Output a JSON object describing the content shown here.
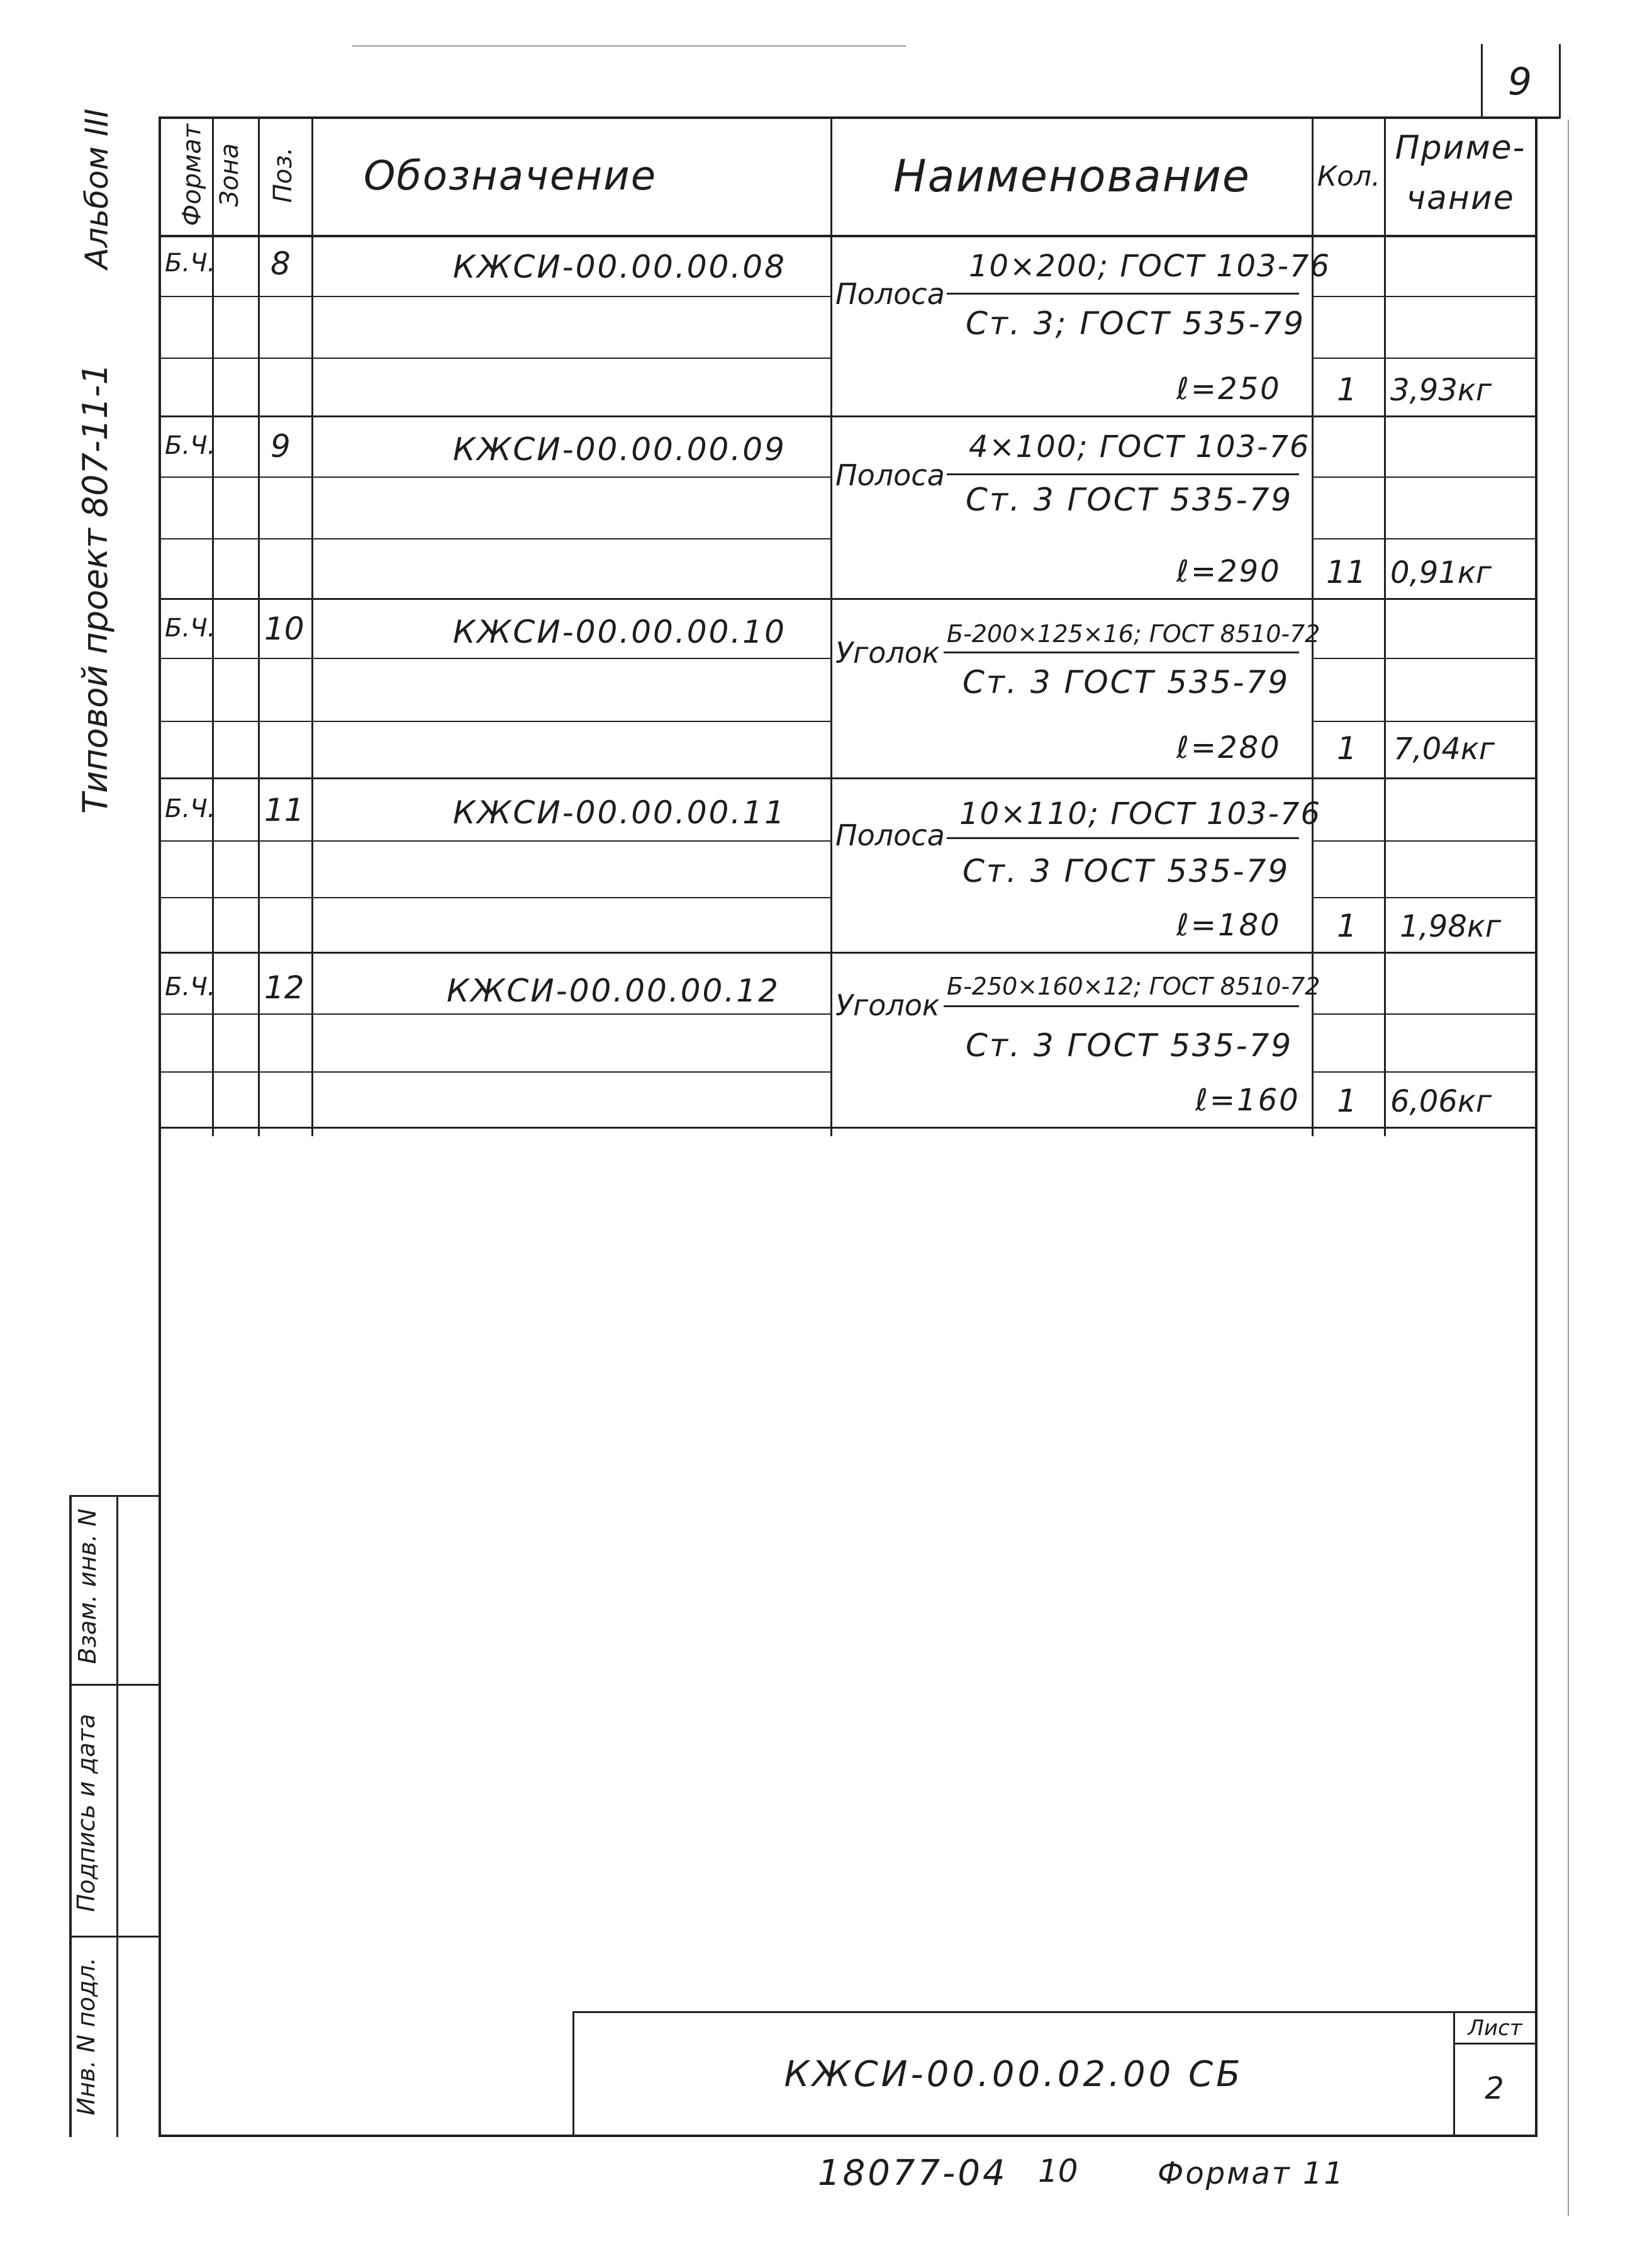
{
  "page_number": "9",
  "side_title": {
    "album": "Альбом III",
    "project": "Типовой проект 807-11-1"
  },
  "header": {
    "format": "Формат",
    "zone": "Зона",
    "pos": "Поз.",
    "designation": "Обозначение",
    "name": "Наименование",
    "qty": "Кол.",
    "note_line1": "Приме-",
    "note_line2": "чание"
  },
  "rows": [
    {
      "format": "Б.Ч.",
      "pos": "8",
      "designation": "КЖСИ-00.00.00.08",
      "name_prefix": "Полоса",
      "spec_top": "10×200; ГОСТ 103-76",
      "spec_bottom": "Ст. 3; ГОСТ 535-79",
      "length": "ℓ=250",
      "qty": "1",
      "note": "3,93кг"
    },
    {
      "format": "Б.Ч.",
      "pos": "9",
      "designation": "КЖСИ-00.00.00.09",
      "name_prefix": "Полоса",
      "spec_top": "4×100; ГОСТ 103-76",
      "spec_bottom": "Ст. 3  ГОСТ 535-79",
      "length": "ℓ=290",
      "qty": "11",
      "note": "0,91кг"
    },
    {
      "format": "Б.Ч.",
      "pos": "10",
      "designation": "КЖСИ-00.00.00.10",
      "name_prefix": "Уголок",
      "spec_top": "Б-200×125×16; ГОСТ 8510-72",
      "spec_bottom": "Ст. 3  ГОСТ 535-79",
      "length": "ℓ=280",
      "qty": "1",
      "note": "7,04кг"
    },
    {
      "format": "Б.Ч.",
      "pos": "11",
      "designation": "КЖСИ-00.00.00.11",
      "name_prefix": "Полоса",
      "spec_top": "10×110; ГОСТ 103-76",
      "spec_bottom": "Ст. 3   ГОСТ 535-79",
      "length": "ℓ=180",
      "qty": "1",
      "note": "1,98кг"
    },
    {
      "format": "Б.Ч.",
      "pos": "12",
      "designation": "КЖСИ-00.00.00.12",
      "name_prefix": "Уголок",
      "spec_top": "Б-250×160×12; ГОСТ 8510-72",
      "spec_bottom": "Ст. 3  ГОСТ 535-79",
      "length": "ℓ=160",
      "qty": "1",
      "note": "6,06кг"
    }
  ],
  "left_stamp": {
    "inv_original": "Инв. N подл.",
    "signature_date": "Подпись и дата",
    "replaced_inv": "Взам. инв. N"
  },
  "title_block": {
    "doc_code": "КЖСИ-00.00.02.00 СБ",
    "sheet_label": "Лист",
    "sheet_number": "2"
  },
  "footer": {
    "archive_number": "18077-04",
    "sheet_index": "10",
    "format_label": "Формат 11"
  }
}
